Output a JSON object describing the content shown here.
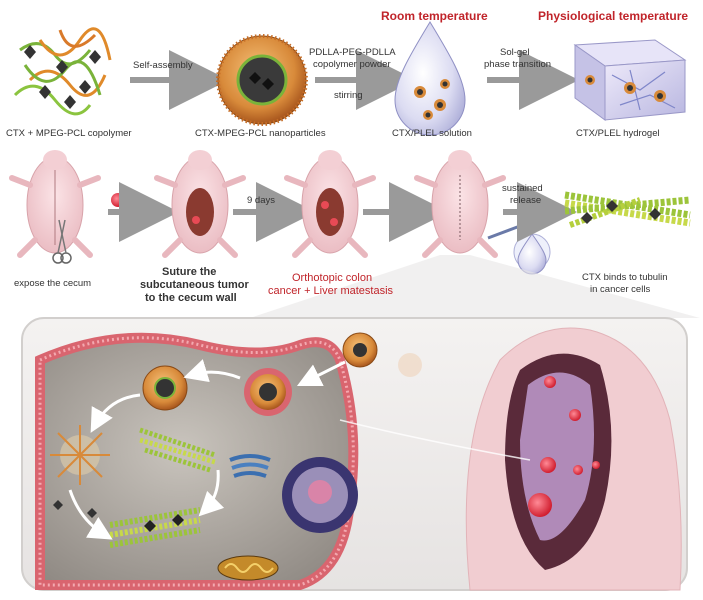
{
  "row1": {
    "header_room": "Room temperature",
    "header_phys": "Physiological temperature",
    "arrow1": "Self-assembly",
    "arrow2_top": "PDLLA-PEG-PDLLA",
    "arrow2_mid": "copolymer powder",
    "arrow2_bot": "stirring",
    "arrow3_top": "Sol-gel",
    "arrow3_bot": "phase transition",
    "cap1": "CTX + MPEG-PCL copolymer",
    "cap2": "CTX-MPEG-PCL nanoparticles",
    "cap3": "CTX/PLEL solution",
    "cap4": "CTX/PLEL hydrogel"
  },
  "row2": {
    "days": "9 days",
    "sustained_1": "sustained",
    "sustained_2": "release",
    "cap_cecum": "expose the cecum",
    "suture_1": "Suture the",
    "suture_2": "subcutaneous tumor",
    "suture_3": "to the cecum wall",
    "ortho_1": "Orthotopic colon",
    "ortho_2": "cancer + Liver matestasis",
    "tubulin_1": "CTX binds to tubulin",
    "tubulin_2": "in cancer cells"
  },
  "colors": {
    "accent_red": "#c0242a",
    "arrow_gray": "#9a9a9a",
    "membrane": "#d9656f",
    "microtubule_green": "#9cc43a",
    "nanoparticle_orange": "#d88a3a"
  }
}
